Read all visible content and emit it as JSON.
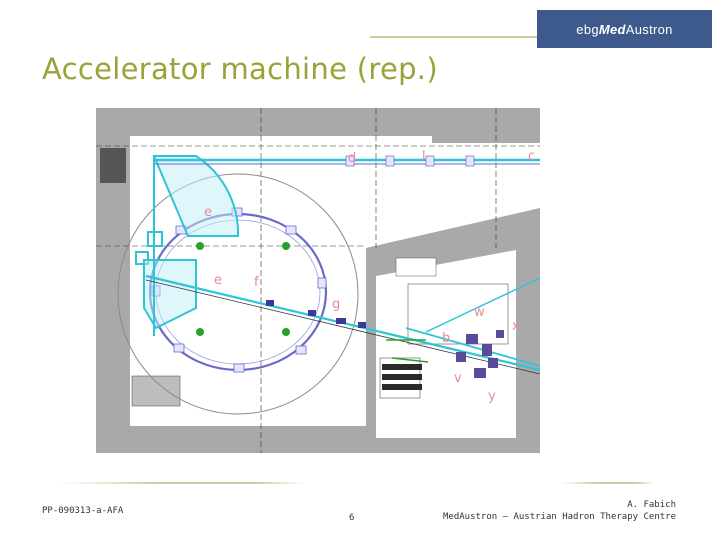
{
  "logo": {
    "prefix": "ebg ",
    "brand_strong": "Med",
    "brand_rest": "Austron"
  },
  "title": "Accelerator machine (rep.)",
  "footer": {
    "reference": "PP-090313-a-AFA",
    "page_number": "6",
    "author": "A. Fabich",
    "organization": "MedAustron – Austrian Hadron Therapy Centre"
  },
  "colors": {
    "title": "#9aa23a",
    "logo_background": "#3e5a8c",
    "accent_line": "#c9cf9a",
    "beamline_cyan": "#2ec4d8",
    "ring_blue": "#6a6ac8",
    "magnet_green": "#2aa02a",
    "wall_gray": "#a9a9a9"
  },
  "plan_labels": [
    "d",
    "e",
    "e",
    "f",
    "g",
    "b",
    "w",
    "v",
    "y",
    "x",
    "l",
    "c"
  ]
}
